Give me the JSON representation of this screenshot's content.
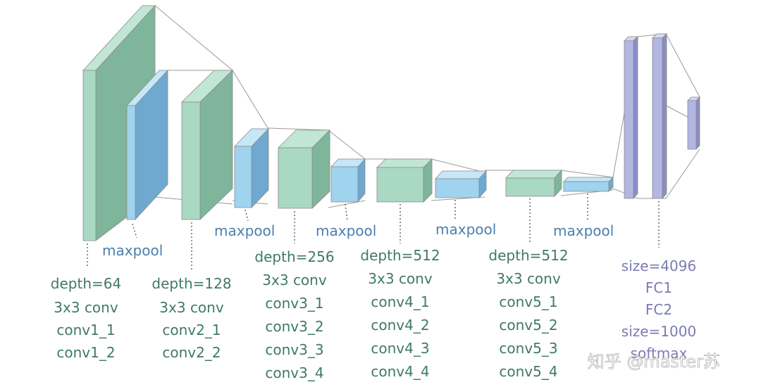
{
  "blocks": [
    {
      "name": "block1",
      "lines": [
        "depth=64",
        "3x3 conv",
        "conv1_1",
        "conv1_2"
      ]
    },
    {
      "name": "block2",
      "lines": [
        "depth=128",
        "3x3 conv",
        "conv2_1",
        "conv2_2"
      ]
    },
    {
      "name": "block3",
      "lines": [
        "depth=256",
        "3x3 conv",
        "conv3_1",
        "conv3_2",
        "conv3_3",
        "conv3_4"
      ]
    },
    {
      "name": "block4",
      "lines": [
        "depth=512",
        "3x3 conv",
        "conv4_1",
        "conv4_2",
        "conv4_3",
        "conv4_4"
      ]
    },
    {
      "name": "block5",
      "lines": [
        "depth=512",
        "3x3 conv",
        "conv5_1",
        "conv5_2",
        "conv5_3",
        "conv5_4"
      ]
    },
    {
      "name": "fc",
      "lines": [
        "size=4096",
        "FC1",
        "FC2",
        "size=1000",
        "softmax"
      ]
    }
  ],
  "maxpool_label": "maxpool",
  "watermark": "知乎 @master苏",
  "colors": {
    "conv_face": "#a9d8c3",
    "conv_side": "#7fb59b",
    "pool_face": "#9fd3ee",
    "pool_side": "#6fa9cf",
    "fc_face": "#b3b6e2",
    "fc_side": "#8a8dc6",
    "label_green": "#3f7a62",
    "label_blue": "#4a7fb0",
    "label_purple": "#7b7bb4"
  }
}
